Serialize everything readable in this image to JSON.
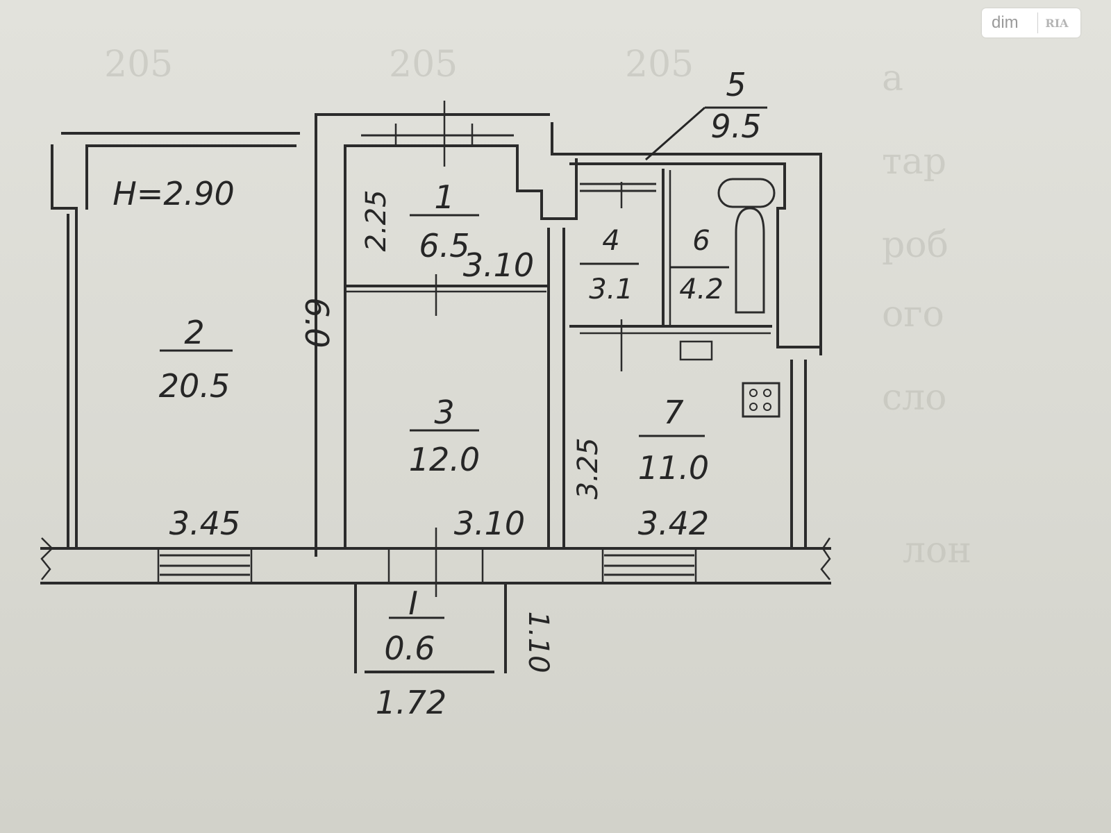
{
  "ceiling_height": "H=2.90",
  "rooms": [
    {
      "id": "2",
      "area": "20.5"
    },
    {
      "id": "1",
      "area": "6.5"
    },
    {
      "id": "3",
      "area": "12.0"
    },
    {
      "id": "4",
      "area": "3.1"
    },
    {
      "id": "6",
      "area": "4.2"
    },
    {
      "id": "7",
      "area": "11.0"
    },
    {
      "id": "5",
      "area": "9.5"
    },
    {
      "id": "I",
      "area": "0.6"
    }
  ],
  "dimensions": {
    "room2_length": "6.0",
    "room2_width": "3.45",
    "room1_depth": "2.25",
    "room1_width": "3.10",
    "room3_width": "3.10",
    "room7_depth": "3.25",
    "room7_width": "3.42",
    "balcony_width": "1.72",
    "balcony_depth": "1.10"
  },
  "watermark": {
    "brand": "dim",
    "mark": "RIA"
  }
}
